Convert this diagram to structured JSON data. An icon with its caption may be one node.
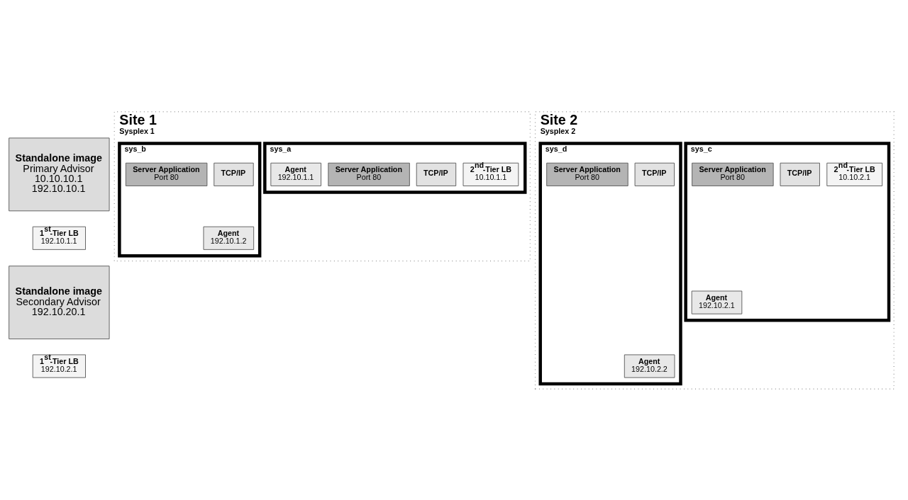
{
  "diagram": {
    "nodes": [
      {
        "text": [
          "Standalone image",
          "Primary Advisor",
          "10.10.10.1",
          "192.10.10.1"
        ]
      },
      {
        "text": [
          "1$^{st}$-Tier LB",
          "192.10.1.1"
        ]
      },
      {
        "text": [
          "Site 1",
          "Sysplex 1"
        ]
      },
      {
        "text": [
          "sys_a"
        ],
        "in": 2
      },
      {
        "text": [
          "2$^{nd}$-Tier LB",
          "10.10.1.1"
        ],
        "in": 3
      },
      {
        "text": [
          "TCP/IP"
        ],
        "in": 3
      },
      {
        "text": [
          "Server Application",
          "Port 80"
        ],
        "in": 3
      },
      {
        "text": [
          "Agent",
          "192.10.1.1"
        ],
        "in": 3
      },
      {
        "text": [
          "sys_b"
        ],
        "in": 2
      },
      {
        "text": [
          "TCP/IP"
        ],
        "in": 8
      },
      {
        "text": [
          "Server Application",
          "Port 80"
        ],
        "in": 8
      },
      {
        "text": [
          "Agent",
          "192.10.1.2"
        ],
        "in": 8
      },
      {
        "text": [
          "Standalone image",
          "Secondary Advisor",
          "192.10.20.1"
        ]
      },
      {
        "text": [
          "1$^{st}$-Tier LB",
          "192.10.2.1"
        ]
      },
      {
        "text": [
          "Site 2",
          "Sysplex 2"
        ]
      },
      {
        "text": [
          "sys_c"
        ],
        "in": 14
      },
      {
        "text": [
          "2$^{nd}$-Tier LB",
          "10.10.2.1"
        ],
        "in": 15
      },
      {
        "text": [
          "TCP/IP"
        ],
        "in": 15
      },
      {
        "text": [
          "Server Application",
          "Port 80"
        ],
        "in": 15
      },
      {
        "text": [
          "Agent",
          "192.10.2.1"
        ],
        "in": 15
      },
      {
        "text": [
          "sys_d"
        ],
        "in": 14
      },
      {
        "text": [
          "TCP/IP"
        ],
        "in": 20
      },
      {
        "text": [
          "Server Application",
          "Port 80"
        ],
        "in": 20
      },
      {
        "text": [
          "Agent",
          "192.10.2.2"
        ],
        "in": 20
      }
    ],
    "edges": []
  }
}
